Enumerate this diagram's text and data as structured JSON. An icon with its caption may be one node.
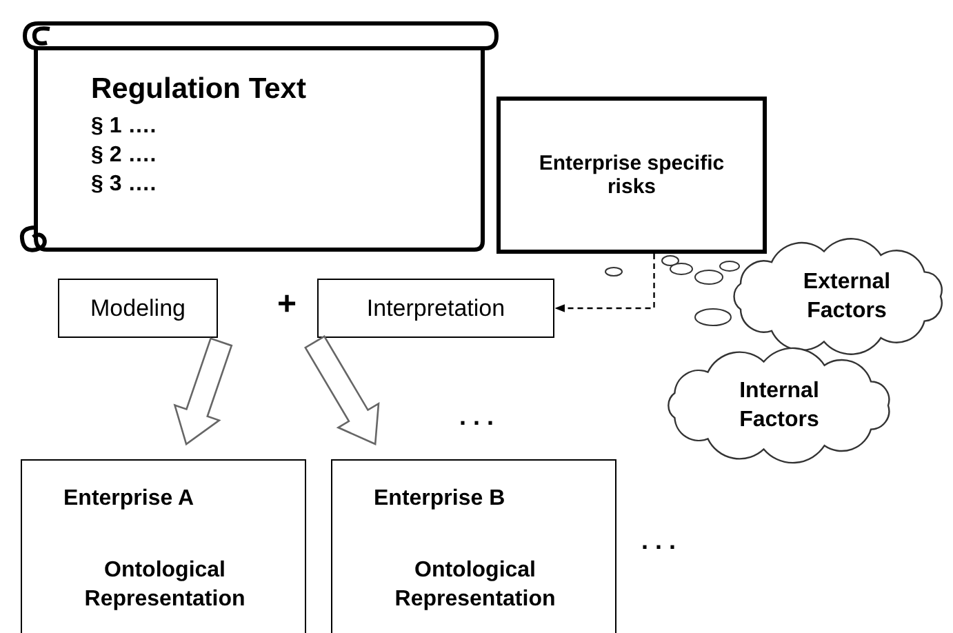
{
  "diagram": {
    "nodes": [
      {
        "text": [
          "Regulation Text",
          "§ 1 ….",
          "§ 2 ….",
          "§ 3 …."
        ]
      },
      {
        "text": [
          "Enterprise specific risks"
        ]
      },
      {
        "text": [
          "External Factors"
        ]
      },
      {
        "text": [
          "Internal Factors"
        ]
      },
      {
        "text": [
          "Modeling"
        ]
      },
      {
        "text": [
          "Interpretation"
        ]
      },
      {
        "text": [
          "Enterprise A",
          "Ontological Representation"
        ]
      },
      {
        "text": [
          "Enterprise B",
          "Ontological Representation"
        ]
      }
    ],
    "edges": [
      {
        "from": 1,
        "to": 5,
        "arrow": "to",
        "style": "dashed"
      },
      {
        "from": 4,
        "to": 6,
        "arrow": "to",
        "style": "thick"
      },
      {
        "from": 5,
        "to": 7,
        "arrow": "to",
        "style": "thick"
      }
    ],
    "labels": [
      "+",
      ". . .",
      ". . ."
    ]
  }
}
